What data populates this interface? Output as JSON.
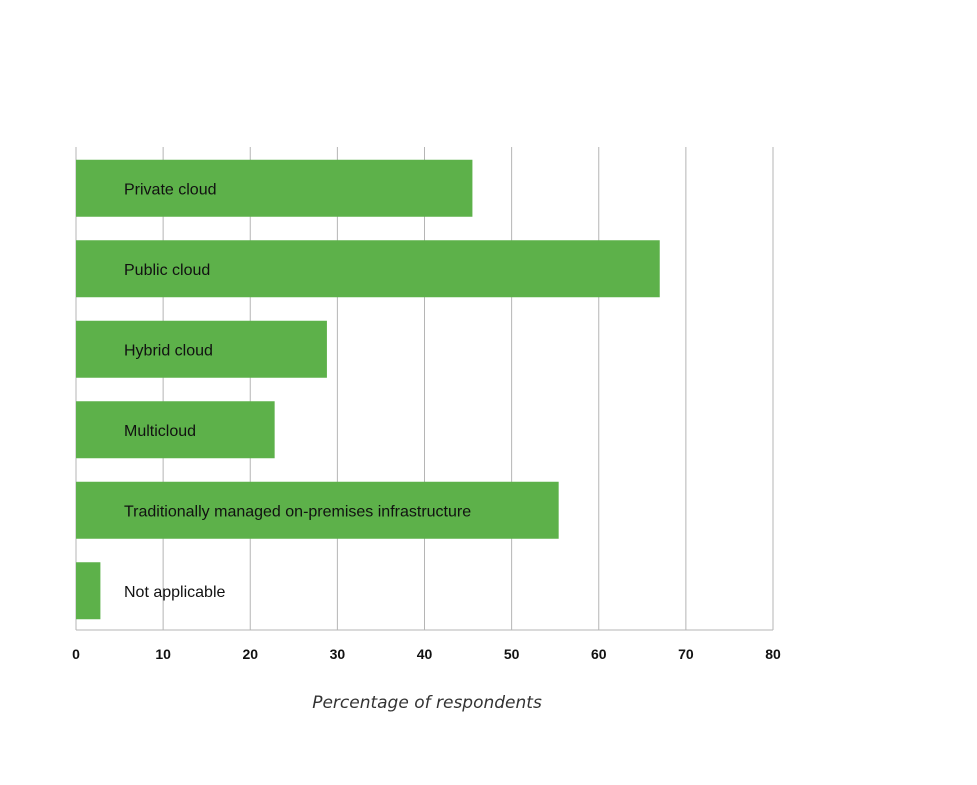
{
  "chart_data": {
    "type": "bar",
    "orientation": "horizontal",
    "categories": [
      "Private cloud",
      "Public cloud",
      "Hybrid cloud",
      "Multicloud",
      "Traditionally managed on-premises infrastructure",
      "Not applicable"
    ],
    "values": [
      45.5,
      67,
      28.8,
      22.8,
      55.4,
      2.8
    ],
    "xlabel": "Percentage of respondents",
    "ylabel": "",
    "xlim": [
      0,
      80
    ],
    "xticks": [
      "0",
      "10",
      "20",
      "30",
      "40",
      "50",
      "60",
      "70",
      "80"
    ],
    "grid": "vertical",
    "bar_color": "#5db14a",
    "grid_color": "#b5b5b5"
  }
}
